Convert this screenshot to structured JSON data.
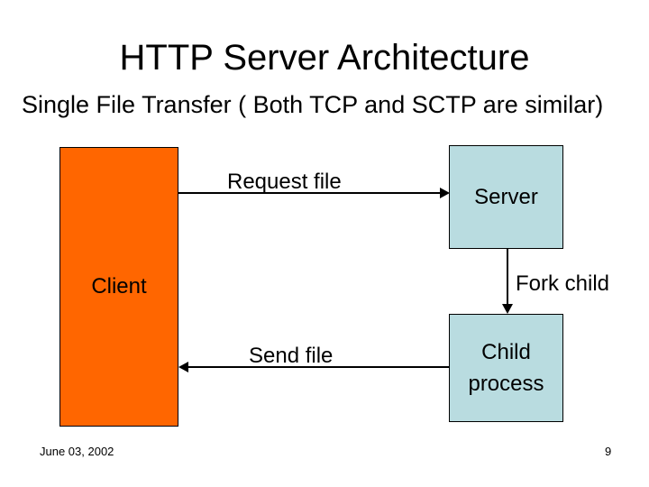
{
  "slide": {
    "title": "HTTP Server Architecture",
    "subtitle": "Single File Transfer ( Both TCP and SCTP are similar)",
    "footer": {
      "date": "June 03, 2002",
      "page_number": "9"
    }
  },
  "diagram": {
    "nodes": [
      {
        "id": "client",
        "label": "Client",
        "fill": "#FF6600",
        "border": "#000000"
      },
      {
        "id": "server",
        "label": "Server",
        "fill": "#B9DCE0",
        "border": "#000000"
      },
      {
        "id": "child_process",
        "label": "Child process",
        "fill": "#B9DCE0",
        "border": "#000000"
      }
    ],
    "edges": [
      {
        "id": "request",
        "label": "Request file",
        "from": "client",
        "to": "server",
        "direction": "right"
      },
      {
        "id": "fork",
        "label": "Fork child",
        "from": "server",
        "to": "child_process",
        "direction": "down"
      },
      {
        "id": "send",
        "label": "Send file",
        "from": "child_process",
        "to": "client",
        "direction": "left"
      }
    ],
    "line_color": "#000000"
  }
}
